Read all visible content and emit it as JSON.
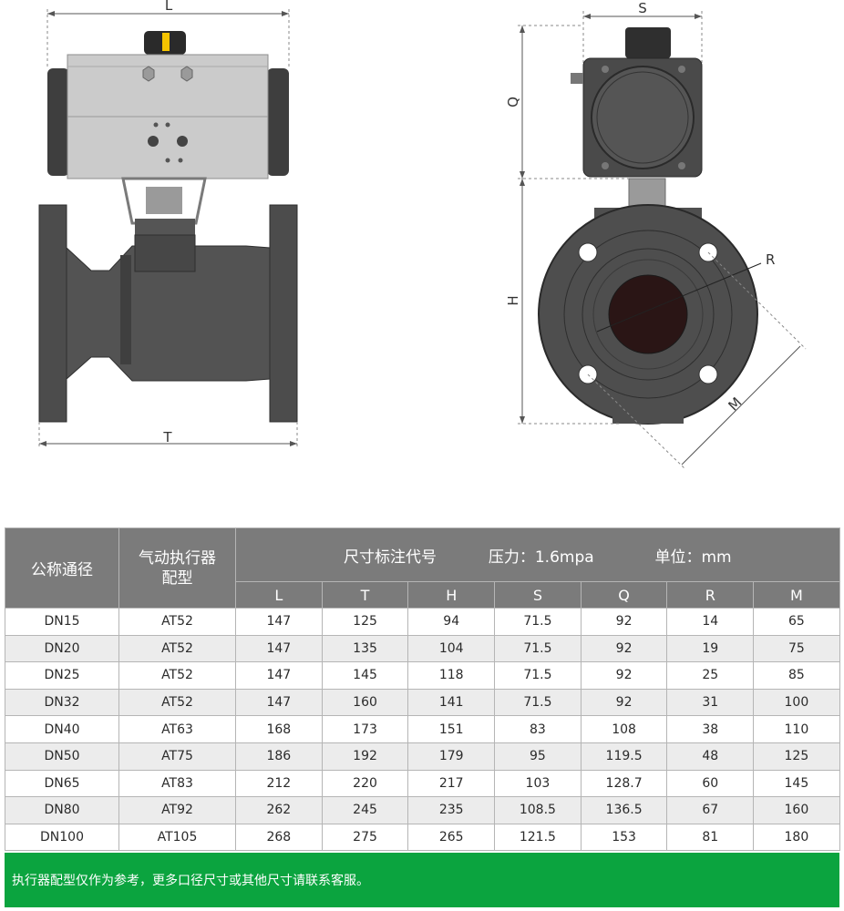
{
  "drawing": {
    "front_view": {
      "width_label": "L",
      "length_label": "T"
    },
    "side_view": {
      "width_label": "S",
      "actuator_height_label": "Q",
      "height_label": "H",
      "radius_label": "R",
      "bolt_circle_label": "M"
    }
  },
  "table": {
    "header": {
      "nominal_diameter": "公称通径",
      "actuator_model": "气动执行器配型",
      "dimension_codes": "尺寸标注代号",
      "pressure": "压力：1.6mpa",
      "unit": "单位：mm"
    },
    "columns": [
      "L",
      "T",
      "H",
      "S",
      "Q",
      "R",
      "M"
    ],
    "rows": [
      {
        "dn": "DN15",
        "model": "AT52",
        "L": "147",
        "T": "125",
        "H": "94",
        "S": "71.5",
        "Q": "92",
        "R": "14",
        "M": "65"
      },
      {
        "dn": "DN20",
        "model": "AT52",
        "L": "147",
        "T": "135",
        "H": "104",
        "S": "71.5",
        "Q": "92",
        "R": "19",
        "M": "75"
      },
      {
        "dn": "DN25",
        "model": "AT52",
        "L": "147",
        "T": "145",
        "H": "118",
        "S": "71.5",
        "Q": "92",
        "R": "25",
        "M": "85"
      },
      {
        "dn": "DN32",
        "model": "AT52",
        "L": "147",
        "T": "160",
        "H": "141",
        "S": "71.5",
        "Q": "92",
        "R": "31",
        "M": "100"
      },
      {
        "dn": "DN40",
        "model": "AT63",
        "L": "168",
        "T": "173",
        "H": "151",
        "S": "83",
        "Q": "108",
        "R": "38",
        "M": "110"
      },
      {
        "dn": "DN50",
        "model": "AT75",
        "L": "186",
        "T": "192",
        "H": "179",
        "S": "95",
        "Q": "119.5",
        "R": "48",
        "M": "125"
      },
      {
        "dn": "DN65",
        "model": "AT83",
        "L": "212",
        "T": "220",
        "H": "217",
        "S": "103",
        "Q": "128.7",
        "R": "60",
        "M": "145"
      },
      {
        "dn": "DN80",
        "model": "AT92",
        "L": "262",
        "T": "245",
        "H": "235",
        "S": "108.5",
        "Q": "136.5",
        "R": "67",
        "M": "160"
      },
      {
        "dn": "DN100",
        "model": "AT105",
        "L": "268",
        "T": "275",
        "H": "265",
        "S": "121.5",
        "Q": "153",
        "R": "81",
        "M": "180"
      }
    ]
  },
  "footer_note": "执行器配型仅作为参考，更多口径尺寸或其他尺寸请联系客服。",
  "colors": {
    "header_bg": "#7b7b7b",
    "note_bg": "#0ba43f",
    "valve_body": "#4a4a4a",
    "actuator_body": "#c9c9c9"
  }
}
